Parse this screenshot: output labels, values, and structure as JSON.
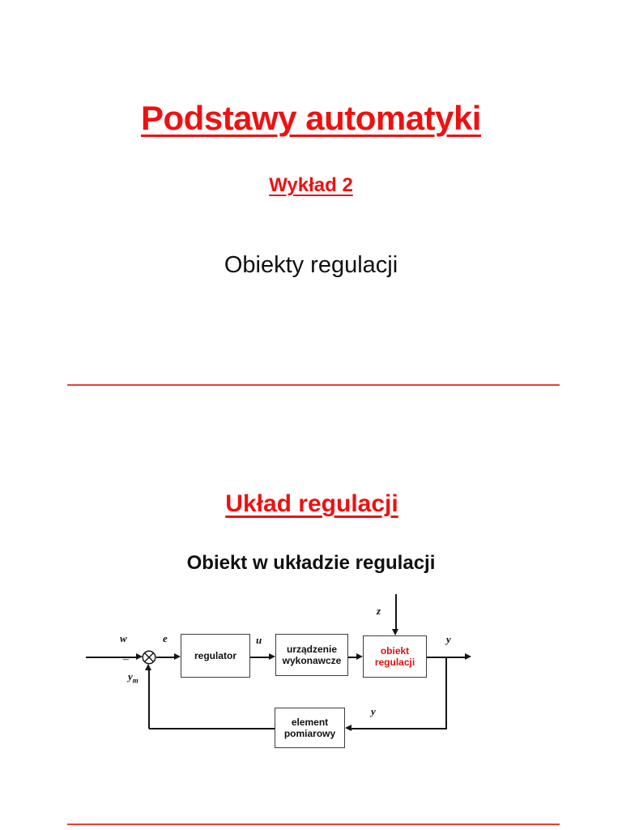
{
  "slide1": {
    "title": "Podstawy automatyki",
    "subtitle": "Wykład 2",
    "body_text": "Obiekty regulacji"
  },
  "slide2": {
    "title": "Układ regulacji",
    "heading": "Obiekt w układzie regulacji",
    "diagram": {
      "blocks": {
        "regulator": {
          "line1": "regulator"
        },
        "urzadzenie": {
          "line1": "urządzenie",
          "line2": "wykonawcze"
        },
        "obiekt": {
          "line1": "obiekt",
          "line2": "regulacji"
        },
        "element": {
          "line1": "element",
          "line2": "pomiarowy"
        }
      },
      "signals": {
        "w": "w",
        "e": "e",
        "u": "u",
        "z": "z",
        "y_output": "y",
        "y_feedback": "y",
        "y_measured_base": "y",
        "y_measured_sub": "m",
        "minus_sign": "–"
      }
    }
  },
  "colors": {
    "title_red": "#ee1111",
    "separator_red": "#e5403a",
    "object_block_red": "#e01010",
    "diagram_line_black": "#151515"
  }
}
